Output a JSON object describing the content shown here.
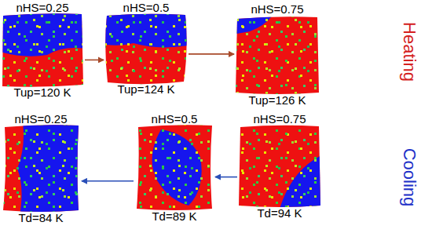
{
  "diagram": {
    "nodes": [
      {
        "text": [
          "nHS=0.25",
          "Tup=120 K"
        ]
      },
      {
        "text": [
          "nHS=0.5",
          "Tup=124 K"
        ]
      },
      {
        "text": [
          "nHS=0.75",
          "Tup=126 K"
        ]
      },
      {
        "text": [
          "nHS=0.25",
          "Td=84 K"
        ]
      },
      {
        "text": [
          "nHS=0.5",
          "Td=89 K"
        ]
      },
      {
        "text": [
          "nHS=0.75",
          "Td=94 K"
        ]
      }
    ],
    "edges": [
      {
        "from": 0,
        "to": 1,
        "arrow": "to"
      },
      {
        "from": 1,
        "to": 2,
        "arrow": "to"
      },
      {
        "from": 5,
        "to": 4,
        "arrow": "to"
      },
      {
        "from": 4,
        "to": 3,
        "arrow": "to"
      }
    ],
    "labels": [
      "Heating",
      "Cooling"
    ]
  }
}
